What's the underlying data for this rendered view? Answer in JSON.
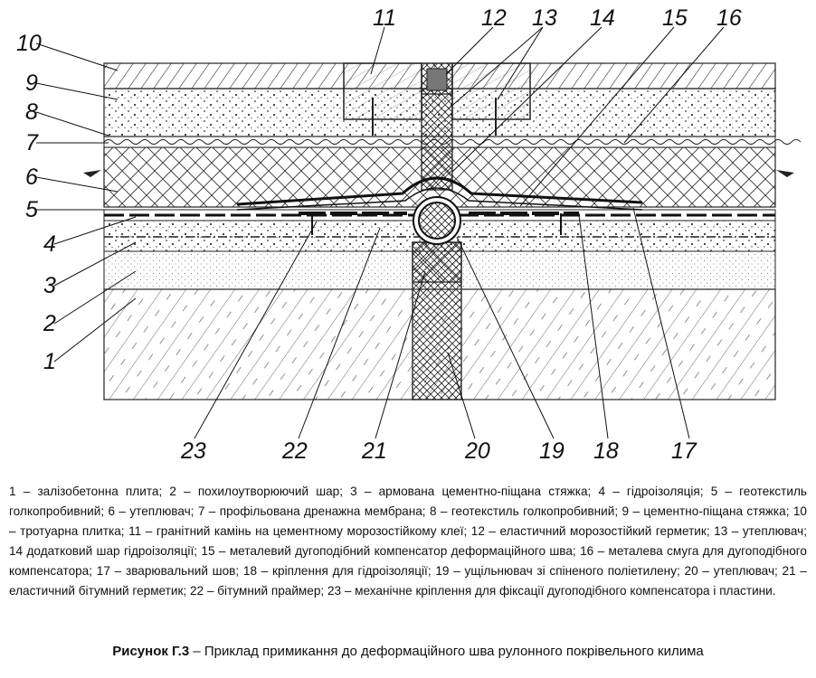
{
  "callouts": [
    {
      "num": "1"
    },
    {
      "num": "2"
    },
    {
      "num": "3"
    },
    {
      "num": "4"
    },
    {
      "num": "5"
    },
    {
      "num": "6"
    },
    {
      "num": "7"
    },
    {
      "num": "8"
    },
    {
      "num": "9"
    },
    {
      "num": "10"
    },
    {
      "num": "11"
    },
    {
      "num": "12"
    },
    {
      "num": "13"
    },
    {
      "num": "14"
    },
    {
      "num": "15"
    },
    {
      "num": "16"
    },
    {
      "num": "17"
    },
    {
      "num": "18"
    },
    {
      "num": "19"
    },
    {
      "num": "20"
    },
    {
      "num": "21"
    },
    {
      "num": "22"
    },
    {
      "num": "23"
    }
  ],
  "legend": "1 – залізобетонна плита; 2 – похилоутворюючий шар; 3 – армована цементно-піщана стяжка; 4 – гідроізоляція; 5 – геотекстиль голкопробивний; 6 – утеплювач; 7 – профільована дренажна мембрана; 8 – геотекстиль голкопробивний; 9 – цементно-піщана стяжка; 10 – тротуарна плитка; 11 – гранітний камінь на цементному морозостійкому клеї; 12 – еластичний морозостійкий герметик; 13 – утеплювач; 14 додатковий шар гідроізоляції; 15 – металевий дугоподібний компенсатор деформаційного шва; 16 – металева смуга для дугоподібного компенсатора; 17 – зварювальний шов; 18 – кріплення для гідроізоляції; 19 – ущільнювач зі спіненого поліетилену; 20 – утеплювач; 21 – еластичний бітумний герметик; 22 – бітумний праймер; 23 – механічне кріплення для фіксації дугоподібного компенсатора і пластини.",
  "caption": {
    "label": "Рисунок Г.3",
    "text": " – Приклад примикання до деформаційного шва рулонного покрівельного килима"
  }
}
